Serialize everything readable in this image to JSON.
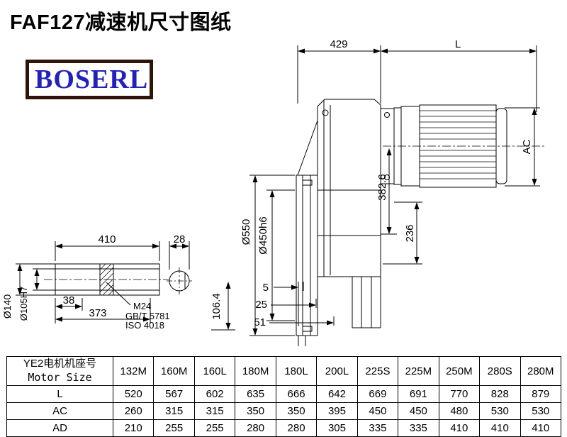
{
  "page": {
    "title": "FAF127减速机尺寸图纸",
    "logo_text": "BOSERL"
  },
  "drawing": {
    "dims": {
      "width_429": "429",
      "length_L": "L",
      "ac": "AC",
      "dia_550": "Ø550",
      "dia_450": "Ø450h6",
      "height_382": "382.6",
      "height_236": "236",
      "offset_5": "5",
      "offset_25": "25",
      "offset_51": "51"
    },
    "shaft": {
      "length_410": "410",
      "key_28": "28",
      "len_38": "38",
      "len_373": "373",
      "thread": "M24",
      "std_gb": "GB/T 5781",
      "std_iso": "ISO 4018",
      "height_106": "106.4",
      "dia_140": "Ø140",
      "dia_105": "Ø105H7"
    }
  },
  "table": {
    "header_cn": "YE2电机机座号",
    "header_en": "Motor Size",
    "columns": [
      "132M",
      "160M",
      "160L",
      "180M",
      "180L",
      "200L",
      "225S",
      "225M",
      "250M",
      "280S",
      "280M"
    ],
    "rows": [
      {
        "label": "L",
        "values": [
          "520",
          "567",
          "602",
          "635",
          "666",
          "642",
          "669",
          "691",
          "770",
          "828",
          "879"
        ]
      },
      {
        "label": "AC",
        "values": [
          "260",
          "315",
          "315",
          "350",
          "350",
          "395",
          "450",
          "450",
          "480",
          "530",
          "530"
        ]
      },
      {
        "label": "AD",
        "values": [
          "210",
          "255",
          "255",
          "280",
          "280",
          "305",
          "335",
          "335",
          "410",
          "410",
          "410"
        ]
      }
    ]
  }
}
